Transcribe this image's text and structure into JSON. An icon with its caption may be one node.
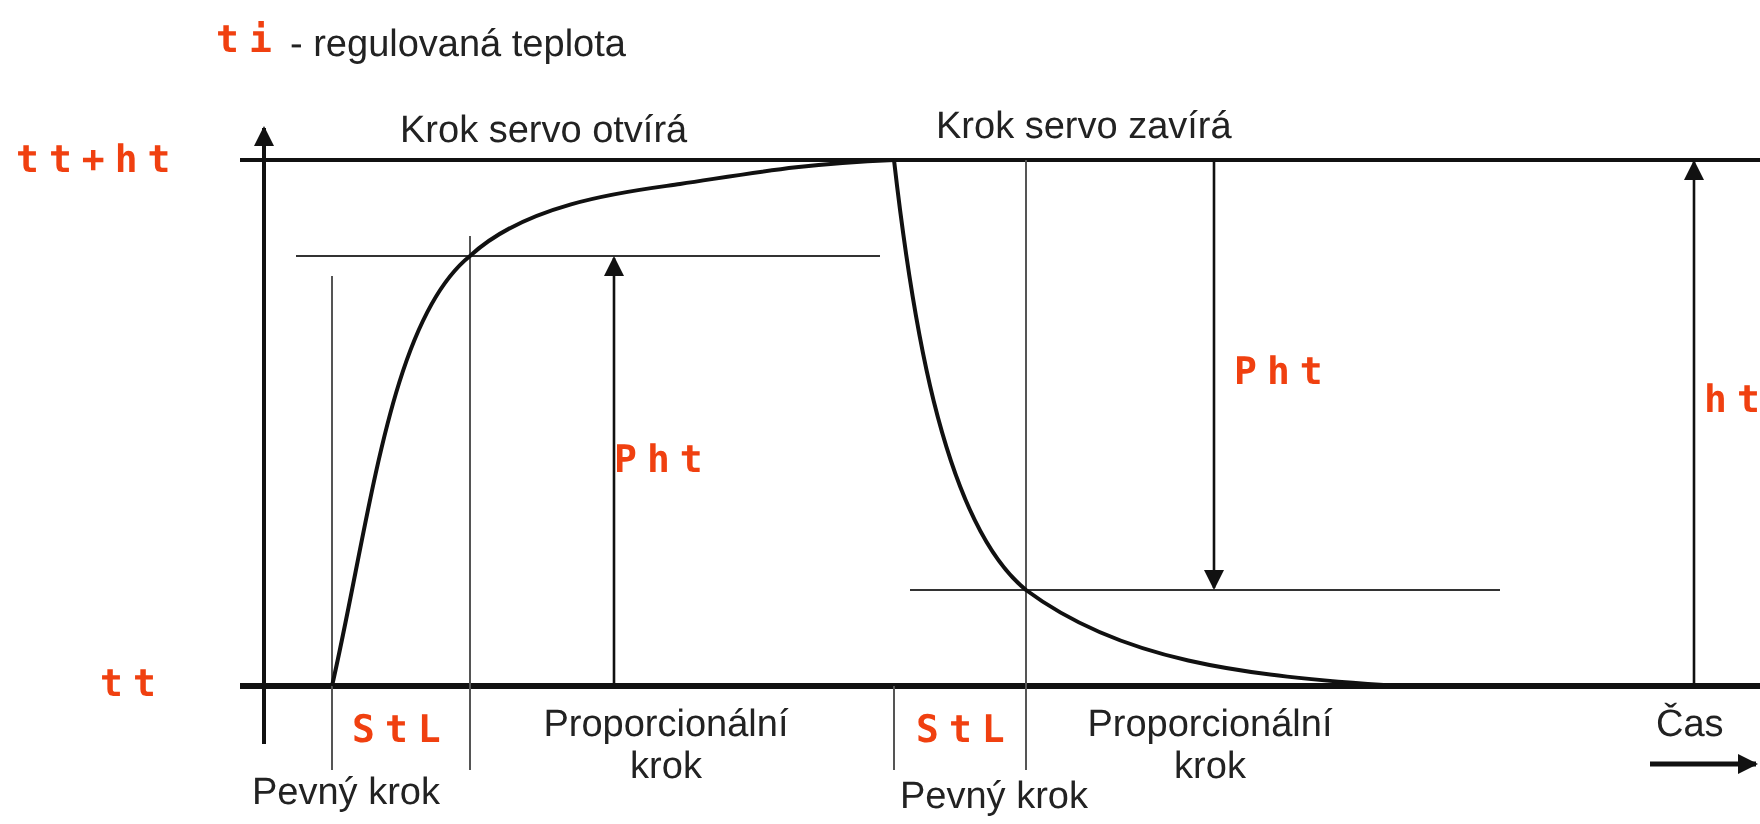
{
  "diagram": {
    "labels": [
      "ti",
      "- regulovaná teplota",
      "tt+ht",
      "Krok servo otvírá",
      "Krok servo zavírá",
      "Pht",
      "Pht",
      "ht",
      "tt",
      "StL",
      "Proporcionální krok",
      "StL",
      "Proporcionální krok",
      "Čas",
      "Pevný krok",
      "Pevný krok"
    ]
  }
}
